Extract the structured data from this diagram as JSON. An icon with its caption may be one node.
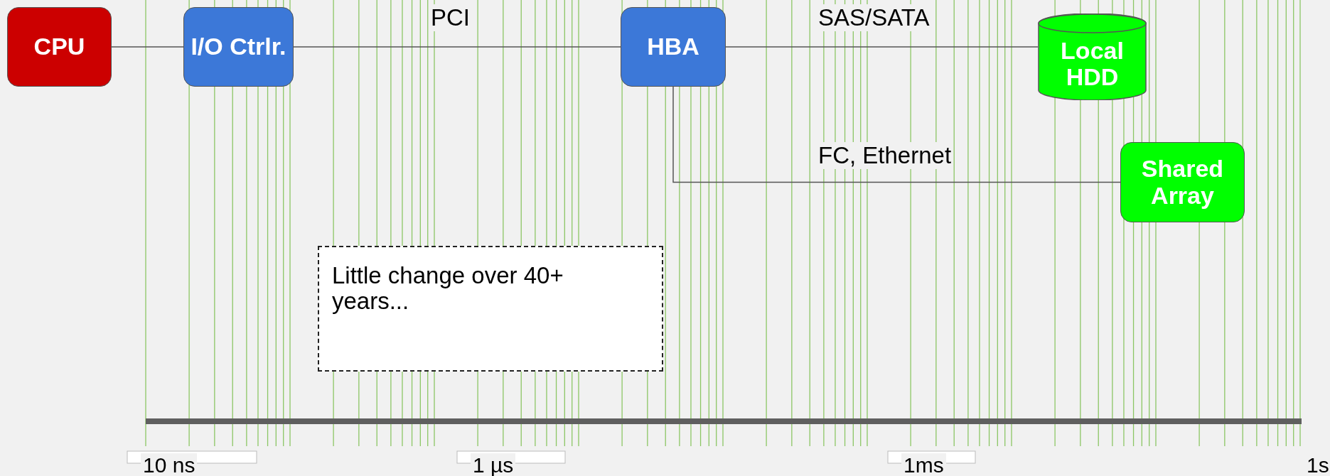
{
  "diagram": {
    "nodes": [
      {
        "text": [
          "CPU"
        ]
      },
      {
        "text": [
          "I/O Ctrlr."
        ]
      },
      {
        "text": [
          "HBA"
        ]
      },
      {
        "text": [
          "Local HDD"
        ]
      },
      {
        "text": [
          "Shared Array"
        ]
      },
      {
        "text": [
          "Little change over 40+ years..."
        ]
      }
    ],
    "edges": [
      {
        "from": 0,
        "to": 1,
        "arrow": "none"
      },
      {
        "from": 1,
        "to": 2,
        "arrow": "none",
        "label": "PCI"
      },
      {
        "from": 2,
        "to": 3,
        "arrow": "none",
        "label": "SAS/SATA"
      },
      {
        "from": 2,
        "to": 4,
        "arrow": "none",
        "label": "FC, Ethernet"
      }
    ],
    "labels": [
      "10 ns",
      "1 µs",
      "1ms",
      "1s"
    ]
  }
}
